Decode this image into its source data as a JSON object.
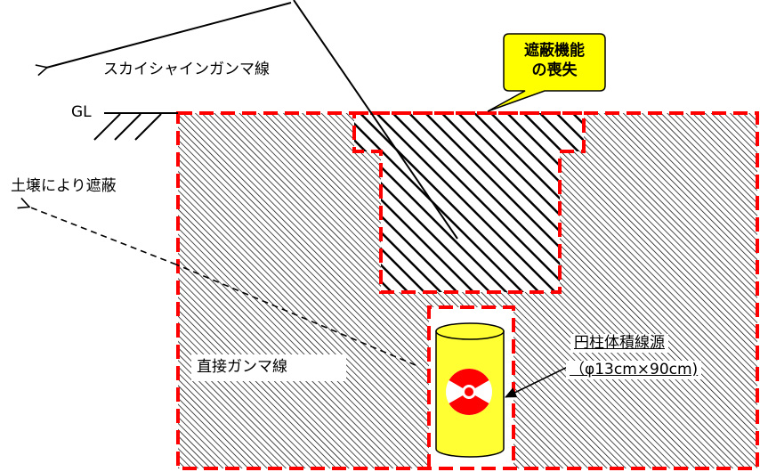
{
  "labels": {
    "gl": "GL",
    "skyshine": "スカイシャインガンマ線",
    "soil_shield": "土壌により遮蔽",
    "direct_gamma": "直接ガンマ線",
    "source_name": "円柱体積線源",
    "source_size": "（φ13cm×90cm)"
  },
  "callout": {
    "line1": "遮蔽機能",
    "line2": "の喪失"
  },
  "colors": {
    "boundary_dash": "#ff0000",
    "callout_fill": "#ffff00",
    "container_fill": "#ffff33",
    "hazard_symbol": "#ff0000",
    "hatch": "#000000"
  },
  "icons": {
    "radiation": "radiation-trefoil-icon"
  }
}
